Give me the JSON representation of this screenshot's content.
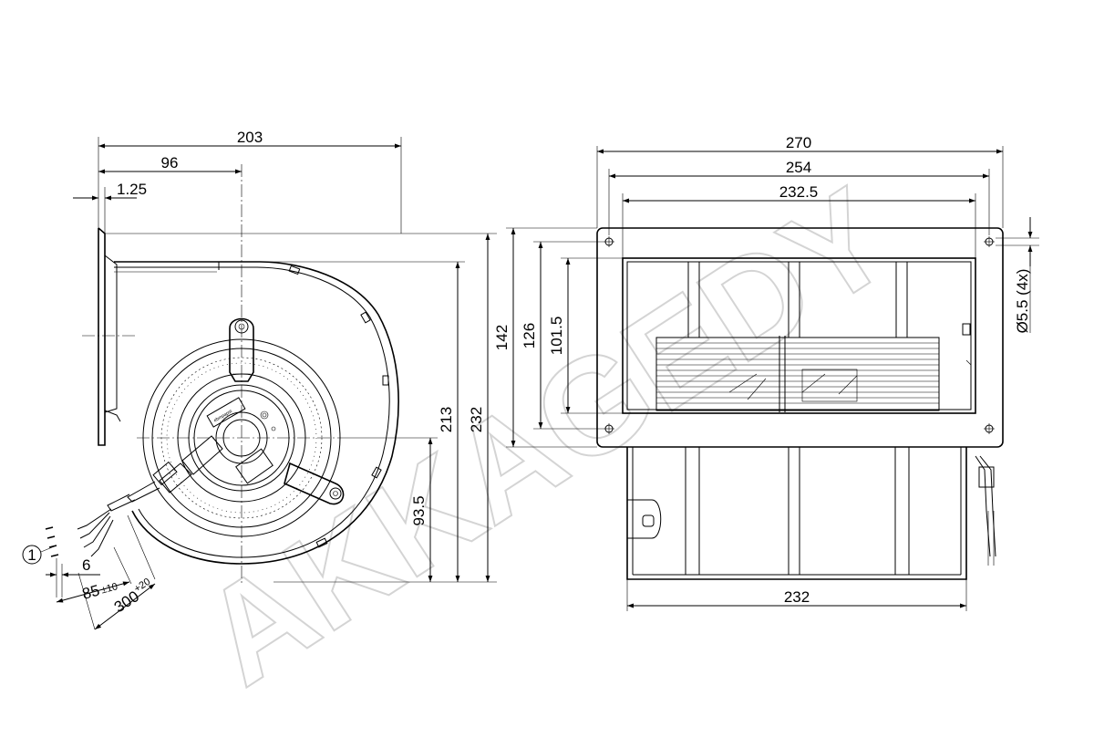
{
  "watermark": "AKKAGEDY",
  "left_view": {
    "dimensions": {
      "overall_width": "203",
      "center_offset": "96",
      "flange_thickness": "1.25",
      "height_213": "213",
      "height_232": "232",
      "shaft_height": "93.5",
      "wire_strip": "6",
      "wire_length_85": "85",
      "wire_length_85_tol": "±10",
      "wire_length_300": "300",
      "wire_length_300_tol": "+20"
    },
    "callout": "1",
    "label_brand": "ebmpapst"
  },
  "right_view": {
    "dimensions": {
      "flange_width": "270",
      "hole_spacing": "254",
      "housing_width": "232.5",
      "flange_height": "142",
      "hole_spacing_vertical": "126",
      "outlet_height": "101.5",
      "hole_diameter": "Ø5.5 (4x)",
      "bottom_width": "232"
    }
  }
}
